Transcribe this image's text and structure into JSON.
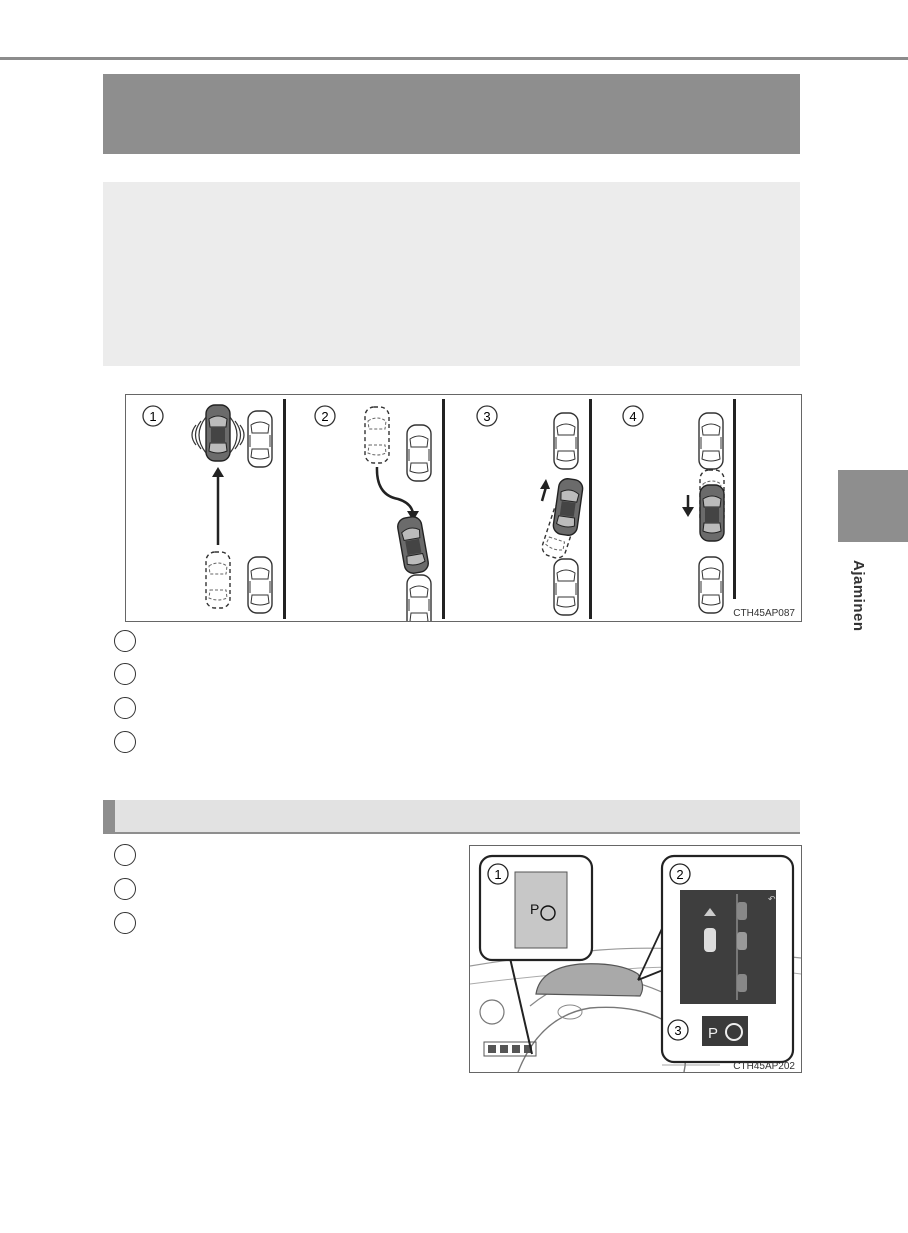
{
  "sidebar": {
    "section_label": "Ajaminen"
  },
  "figure1": {
    "code": "CTH45AP087",
    "steps": [
      "1",
      "2",
      "3",
      "4"
    ]
  },
  "figure2": {
    "code": "CTH45AP202",
    "callouts": [
      "1",
      "2",
      "3"
    ],
    "p_symbol": "P"
  },
  "legend_list_1": {
    "count": 4
  },
  "legend_list_2": {
    "count": 3
  },
  "colors": {
    "header_gray": "#8e8e8e",
    "box_gray": "#ececec",
    "subheader_gray": "#e2e2e2"
  }
}
